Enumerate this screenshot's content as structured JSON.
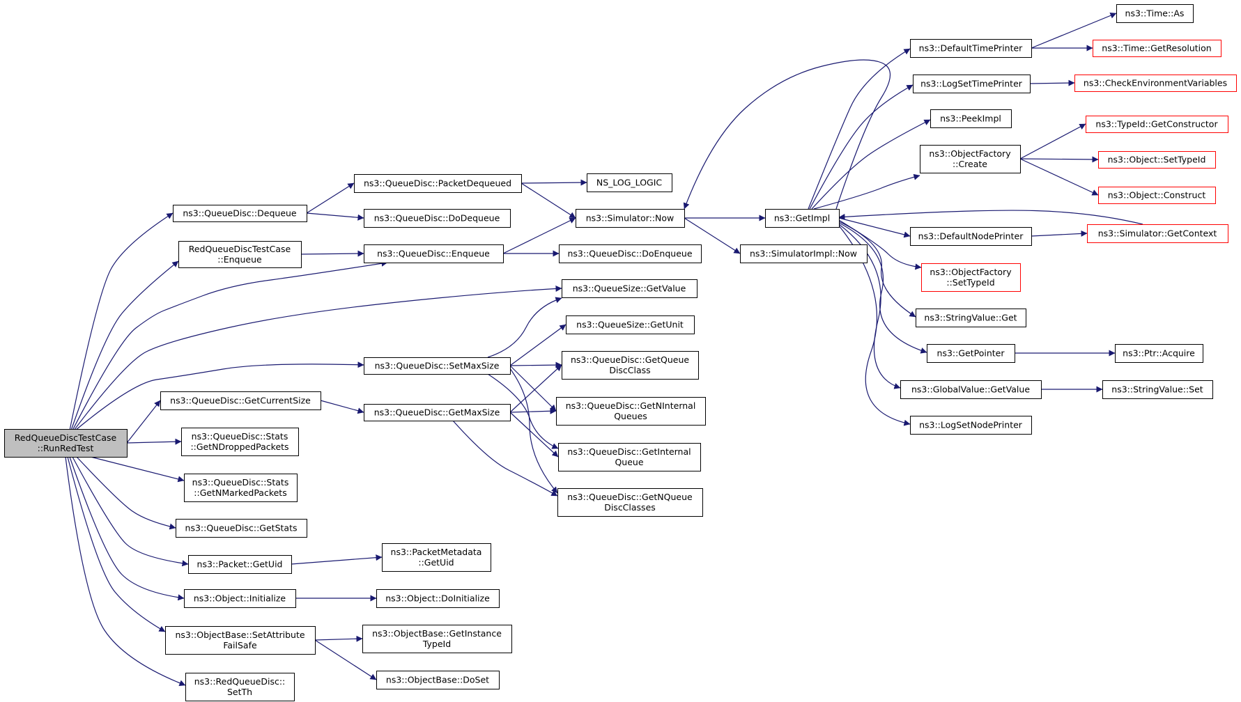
{
  "colors": {
    "edge": "#191970",
    "node_border": "#000000",
    "truncated_border": "#ff0000",
    "root_fill": "#bfbfbf",
    "node_fill": "#ffffff"
  },
  "nodes": {
    "root": {
      "lines": [
        "RedQueueDiscTestCase",
        "::RunRedTest"
      ],
      "kind": "root"
    },
    "dequeue": {
      "lines": [
        "ns3::QueueDisc::Dequeue"
      ],
      "kind": "normal"
    },
    "rq_enqueue": {
      "lines": [
        "RedQueueDiscTestCase",
        "::Enqueue"
      ],
      "kind": "normal"
    },
    "qs_getvalue": {
      "lines": [
        "ns3::QueueSize::GetValue"
      ],
      "kind": "normal"
    },
    "setmaxsize": {
      "lines": [
        "ns3::QueueDisc::SetMaxSize"
      ],
      "kind": "normal"
    },
    "getcurrentsize": {
      "lines": [
        "ns3::QueueDisc::GetCurrentSize"
      ],
      "kind": "normal"
    },
    "stats_dropped": {
      "lines": [
        "ns3::QueueDisc::Stats",
        "::GetNDroppedPackets"
      ],
      "kind": "normal"
    },
    "stats_marked": {
      "lines": [
        "ns3::QueueDisc::Stats",
        "::GetNMarkedPackets"
      ],
      "kind": "normal"
    },
    "getstats": {
      "lines": [
        "ns3::QueueDisc::GetStats"
      ],
      "kind": "normal"
    },
    "packet_getuid": {
      "lines": [
        "ns3::Packet::GetUid"
      ],
      "kind": "normal"
    },
    "object_initialize": {
      "lines": [
        "ns3::Object::Initialize"
      ],
      "kind": "normal"
    },
    "setattributefailsafe": {
      "lines": [
        "ns3::ObjectBase::SetAttribute",
        "FailSafe"
      ],
      "kind": "normal"
    },
    "setth": {
      "lines": [
        "ns3::RedQueueDisc::",
        "SetTh"
      ],
      "kind": "normal"
    },
    "packetdequeued": {
      "lines": [
        "ns3::QueueDisc::PacketDequeued"
      ],
      "kind": "normal"
    },
    "dodequeue": {
      "lines": [
        "ns3::QueueDisc::DoDequeue"
      ],
      "kind": "normal"
    },
    "qd_enqueue": {
      "lines": [
        "ns3::QueueDisc::Enqueue"
      ],
      "kind": "normal"
    },
    "getmaxsize": {
      "lines": [
        "ns3::QueueDisc::GetMaxSize"
      ],
      "kind": "normal"
    },
    "pm_getuid": {
      "lines": [
        "ns3::PacketMetadata",
        "::GetUid"
      ],
      "kind": "normal"
    },
    "doinitialize": {
      "lines": [
        "ns3::Object::DoInitialize"
      ],
      "kind": "normal"
    },
    "getinstancetypeid": {
      "lines": [
        "ns3::ObjectBase::GetInstance",
        "TypeId"
      ],
      "kind": "normal"
    },
    "doset": {
      "lines": [
        "ns3::ObjectBase::DoSet"
      ],
      "kind": "normal"
    },
    "ns_log_logic": {
      "lines": [
        "NS_LOG_LOGIC"
      ],
      "kind": "normal"
    },
    "sim_now": {
      "lines": [
        "ns3::Simulator::Now"
      ],
      "kind": "normal"
    },
    "doenqueue": {
      "lines": [
        "ns3::QueueDisc::DoEnqueue"
      ],
      "kind": "normal"
    },
    "qs_getunit": {
      "lines": [
        "ns3::QueueSize::GetUnit"
      ],
      "kind": "normal"
    },
    "getqueuediscclass": {
      "lines": [
        "ns3::QueueDisc::GetQueue",
        "DiscClass"
      ],
      "kind": "normal"
    },
    "getninternalqueues": {
      "lines": [
        "ns3::QueueDisc::GetNInternal",
        "Queues"
      ],
      "kind": "normal"
    },
    "getinternalqueue": {
      "lines": [
        "ns3::QueueDisc::GetInternal",
        "Queue"
      ],
      "kind": "normal"
    },
    "getnqueuediscclasses": {
      "lines": [
        "ns3::QueueDisc::GetNQueue",
        "DiscClasses"
      ],
      "kind": "normal"
    },
    "getimpl": {
      "lines": [
        "ns3::GetImpl"
      ],
      "kind": "normal"
    },
    "simimpl_now": {
      "lines": [
        "ns3::SimulatorImpl::Now"
      ],
      "kind": "normal"
    },
    "defaulttimeprinter": {
      "lines": [
        "ns3::DefaultTimePrinter"
      ],
      "kind": "normal"
    },
    "logsettimeprinter": {
      "lines": [
        "ns3::LogSetTimePrinter"
      ],
      "kind": "normal"
    },
    "peekimpl": {
      "lines": [
        "ns3::PeekImpl"
      ],
      "kind": "normal"
    },
    "of_create": {
      "lines": [
        "ns3::ObjectFactory",
        "::Create"
      ],
      "kind": "normal"
    },
    "defaultnodeprinter": {
      "lines": [
        "ns3::DefaultNodePrinter"
      ],
      "kind": "normal"
    },
    "of_settypeid": {
      "lines": [
        "ns3::ObjectFactory",
        "::SetTypeId"
      ],
      "kind": "truncated"
    },
    "stringvalue_get": {
      "lines": [
        "ns3::StringValue::Get"
      ],
      "kind": "normal"
    },
    "getpointer": {
      "lines": [
        "ns3::GetPointer"
      ],
      "kind": "normal"
    },
    "gv_getvalue": {
      "lines": [
        "ns3::GlobalValue::GetValue"
      ],
      "kind": "normal"
    },
    "logsetnodeprinter": {
      "lines": [
        "ns3::LogSetNodePrinter"
      ],
      "kind": "normal"
    },
    "time_as": {
      "lines": [
        "ns3::Time::As"
      ],
      "kind": "normal"
    },
    "time_getresolution": {
      "lines": [
        "ns3::Time::GetResolution"
      ],
      "kind": "truncated"
    },
    "checkenv": {
      "lines": [
        "ns3::CheckEnvironmentVariables"
      ],
      "kind": "truncated"
    },
    "typeid_getconstructor": {
      "lines": [
        "ns3::TypeId::GetConstructor"
      ],
      "kind": "truncated"
    },
    "object_settypeid": {
      "lines": [
        "ns3::Object::SetTypeId"
      ],
      "kind": "truncated"
    },
    "object_construct": {
      "lines": [
        "ns3::Object::Construct"
      ],
      "kind": "truncated"
    },
    "sim_getcontext": {
      "lines": [
        "ns3::Simulator::GetContext"
      ],
      "kind": "truncated"
    },
    "ptr_acquire": {
      "lines": [
        "ns3::Ptr::Acquire"
      ],
      "kind": "normal"
    },
    "stringvalue_set": {
      "lines": [
        "ns3::StringValue::Set"
      ],
      "kind": "normal"
    }
  },
  "edges": [
    [
      "root",
      "dequeue"
    ],
    [
      "root",
      "rq_enqueue"
    ],
    [
      "root",
      "qd_enqueue"
    ],
    [
      "root",
      "qs_getvalue"
    ],
    [
      "root",
      "setmaxsize"
    ],
    [
      "root",
      "getcurrentsize"
    ],
    [
      "root",
      "stats_dropped"
    ],
    [
      "root",
      "stats_marked"
    ],
    [
      "root",
      "getstats"
    ],
    [
      "root",
      "packet_getuid"
    ],
    [
      "root",
      "object_initialize"
    ],
    [
      "root",
      "setattributefailsafe"
    ],
    [
      "root",
      "setth"
    ],
    [
      "dequeue",
      "packetdequeued"
    ],
    [
      "dequeue",
      "dodequeue"
    ],
    [
      "rq_enqueue",
      "qd_enqueue"
    ],
    [
      "packetdequeued",
      "ns_log_logic"
    ],
    [
      "packetdequeued",
      "sim_now"
    ],
    [
      "qd_enqueue",
      "sim_now"
    ],
    [
      "qd_enqueue",
      "doenqueue"
    ],
    [
      "setmaxsize",
      "qs_getvalue"
    ],
    [
      "setmaxsize",
      "qs_getunit"
    ],
    [
      "setmaxsize",
      "getqueuediscclass"
    ],
    [
      "setmaxsize",
      "getninternalqueues"
    ],
    [
      "setmaxsize",
      "getinternalqueue"
    ],
    [
      "setmaxsize",
      "getnqueuediscclasses"
    ],
    [
      "getcurrentsize",
      "getmaxsize"
    ],
    [
      "getmaxsize",
      "getqueuediscclass"
    ],
    [
      "getmaxsize",
      "getninternalqueues"
    ],
    [
      "getmaxsize",
      "getinternalqueue"
    ],
    [
      "getmaxsize",
      "getnqueuediscclasses"
    ],
    [
      "packet_getuid",
      "pm_getuid"
    ],
    [
      "object_initialize",
      "doinitialize"
    ],
    [
      "setattributefailsafe",
      "getinstancetypeid"
    ],
    [
      "setattributefailsafe",
      "doset"
    ],
    [
      "sim_now",
      "getimpl"
    ],
    [
      "sim_now",
      "simimpl_now"
    ],
    [
      "getimpl",
      "sim_now"
    ],
    [
      "getimpl",
      "defaulttimeprinter"
    ],
    [
      "getimpl",
      "logsettimeprinter"
    ],
    [
      "getimpl",
      "peekimpl"
    ],
    [
      "getimpl",
      "of_create"
    ],
    [
      "getimpl",
      "defaultnodeprinter"
    ],
    [
      "getimpl",
      "of_settypeid"
    ],
    [
      "getimpl",
      "stringvalue_get"
    ],
    [
      "getimpl",
      "getpointer"
    ],
    [
      "getimpl",
      "gv_getvalue"
    ],
    [
      "getimpl",
      "logsetnodeprinter"
    ],
    [
      "defaulttimeprinter",
      "time_as"
    ],
    [
      "defaulttimeprinter",
      "time_getresolution"
    ],
    [
      "logsettimeprinter",
      "checkenv"
    ],
    [
      "of_create",
      "typeid_getconstructor"
    ],
    [
      "of_create",
      "object_settypeid"
    ],
    [
      "of_create",
      "object_construct"
    ],
    [
      "defaultnodeprinter",
      "sim_getcontext"
    ],
    [
      "sim_getcontext",
      "getimpl"
    ],
    [
      "getpointer",
      "ptr_acquire"
    ],
    [
      "gv_getvalue",
      "stringvalue_set"
    ]
  ]
}
